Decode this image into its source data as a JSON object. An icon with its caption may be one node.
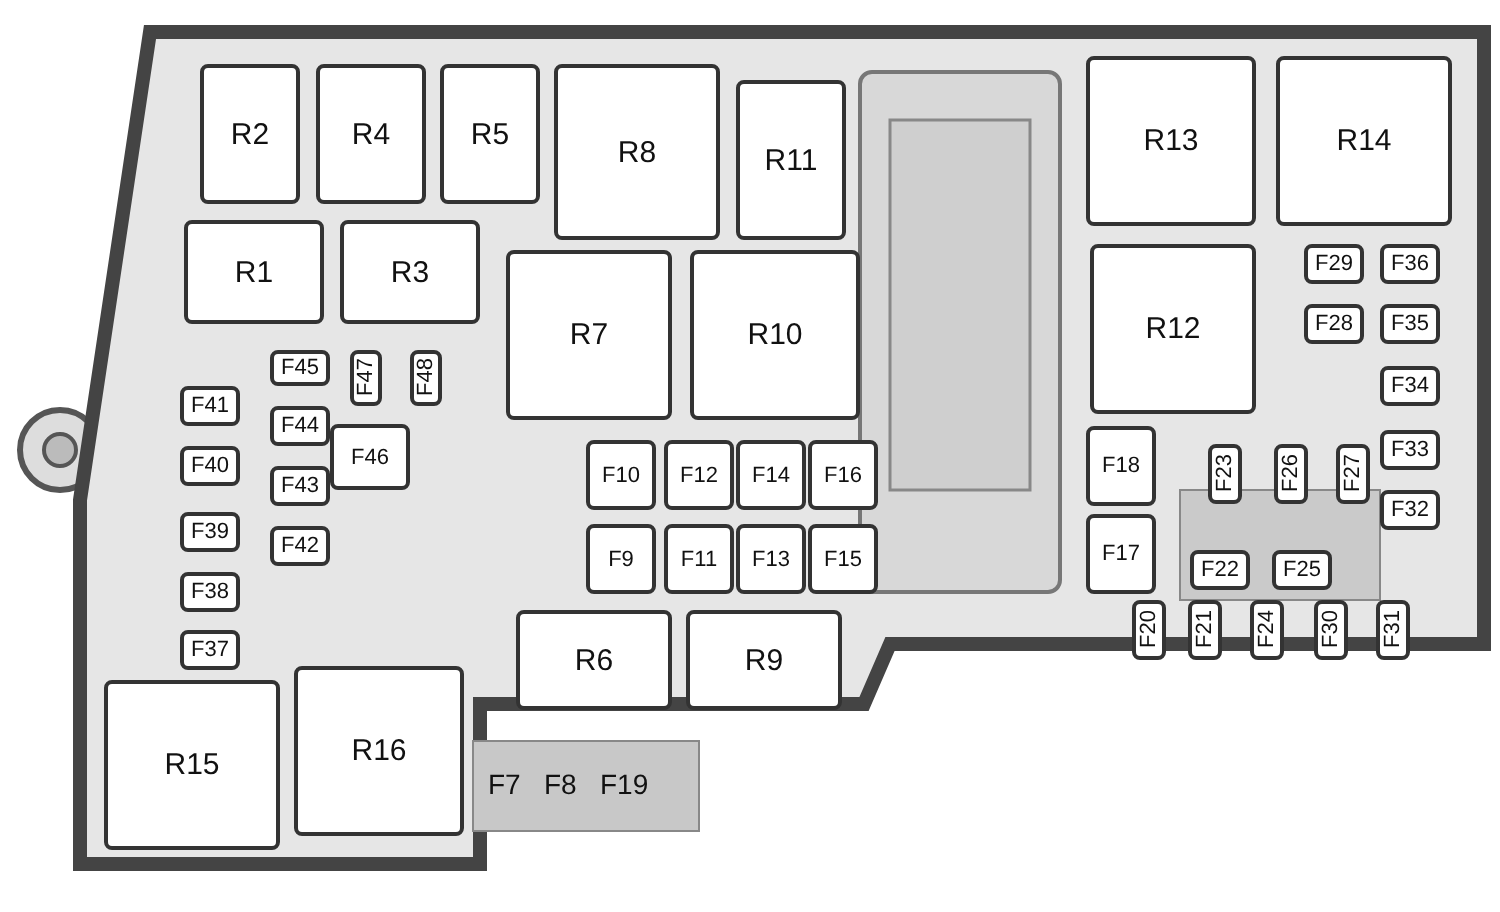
{
  "diagram": {
    "nodes": [
      {
        "text": [
          "R2"
        ]
      },
      {
        "text": [
          "R4"
        ]
      },
      {
        "text": [
          "R5"
        ]
      },
      {
        "text": [
          "R8"
        ]
      },
      {
        "text": [
          "R11"
        ]
      },
      {
        "text": [
          "R13"
        ]
      },
      {
        "text": [
          "R14"
        ]
      },
      {
        "text": [
          "R1"
        ]
      },
      {
        "text": [
          "R3"
        ]
      },
      {
        "text": [
          "R7"
        ]
      },
      {
        "text": [
          "R10"
        ]
      },
      {
        "text": [
          "R12"
        ]
      },
      {
        "text": [
          "F29"
        ]
      },
      {
        "text": [
          "F36"
        ]
      },
      {
        "text": [
          "F28"
        ]
      },
      {
        "text": [
          "F35"
        ]
      },
      {
        "text": [
          "F45"
        ]
      },
      {
        "text": [
          "F47"
        ]
      },
      {
        "text": [
          "F48"
        ]
      },
      {
        "text": [
          "F34"
        ]
      },
      {
        "text": [
          "F41"
        ]
      },
      {
        "text": [
          "F44"
        ]
      },
      {
        "text": [
          "F46"
        ]
      },
      {
        "text": [
          "F33"
        ]
      },
      {
        "text": [
          "F40"
        ]
      },
      {
        "text": [
          "F43"
        ]
      },
      {
        "text": [
          "F10"
        ]
      },
      {
        "text": [
          "F12"
        ]
      },
      {
        "text": [
          "F14"
        ]
      },
      {
        "text": [
          "F16"
        ]
      },
      {
        "text": [
          "F18"
        ]
      },
      {
        "text": [
          "F23"
        ]
      },
      {
        "text": [
          "F26"
        ]
      },
      {
        "text": [
          "F27"
        ]
      },
      {
        "text": [
          "F32"
        ]
      },
      {
        "text": [
          "F39"
        ]
      },
      {
        "text": [
          "F42"
        ]
      },
      {
        "text": [
          "F9"
        ]
      },
      {
        "text": [
          "F11"
        ]
      },
      {
        "text": [
          "F13"
        ]
      },
      {
        "text": [
          "F15"
        ]
      },
      {
        "text": [
          "F17"
        ]
      },
      {
        "text": [
          "F22"
        ]
      },
      {
        "text": [
          "F25"
        ]
      },
      {
        "text": [
          "F38"
        ]
      },
      {
        "text": [
          "F20"
        ]
      },
      {
        "text": [
          "F21"
        ]
      },
      {
        "text": [
          "F24"
        ]
      },
      {
        "text": [
          "F30"
        ]
      },
      {
        "text": [
          "F31"
        ]
      },
      {
        "text": [
          "R6"
        ]
      },
      {
        "text": [
          "R9"
        ]
      },
      {
        "text": [
          "F37"
        ]
      },
      {
        "text": [
          "R16"
        ]
      },
      {
        "text": [
          "R15"
        ]
      }
    ],
    "labels": [
      "F7",
      "F8",
      "F19"
    ]
  }
}
